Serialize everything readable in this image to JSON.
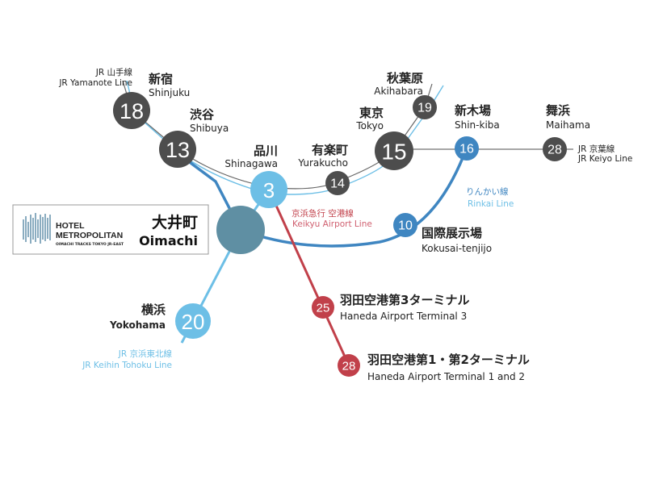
{
  "colors": {
    "dark": "#4d4d4d",
    "light_blue": "#6dbfe6",
    "blue": "#3f86c1",
    "red": "#c1404a",
    "hub": "#5f8fa3"
  },
  "lines": {
    "yamanote": {
      "jp": "JR 山手線",
      "en": "JR Yamanote Line"
    },
    "keiyo": {
      "jp": "JR 京葉線",
      "en": "JR Keiyo Line"
    },
    "rinkai": {
      "jp": "りんかい線",
      "en": "Rinkai Line"
    },
    "keikyu": {
      "jp": "京浜急行 空港線",
      "en": "Keikyu Airport Line"
    },
    "keihin": {
      "jp": "JR 京浜東北線",
      "en": "JR Keihin Tohoku Line"
    }
  },
  "stations": {
    "shinjuku": {
      "jp": "新宿",
      "en": "Shinjuku",
      "min": "18"
    },
    "shibuya": {
      "jp": "渋谷",
      "en": "Shibuya",
      "min": "13"
    },
    "shinagawa": {
      "jp": "品川",
      "en": "Shinagawa",
      "min": "3"
    },
    "yurakucho": {
      "jp": "有楽町",
      "en": "Yurakucho",
      "min": "14"
    },
    "tokyo": {
      "jp": "東京",
      "en": "Tokyo",
      "min": "15"
    },
    "akihabara": {
      "jp": "秋葉原",
      "en": "Akihabara",
      "min": "19"
    },
    "shinkiba": {
      "jp": "新木場",
      "en": "Shin-kiba",
      "min": "16"
    },
    "maihama": {
      "jp": "舞浜",
      "en": "Maihama",
      "min": "28"
    },
    "kokusai": {
      "jp": "国際展示場",
      "en": "Kokusai-tenjijo",
      "min": "10"
    },
    "yokohama": {
      "jp": "横浜",
      "en": "Yokohama",
      "min": "20"
    },
    "haneda3": {
      "jp": "羽田空港第3ターミナル",
      "en": "Haneda Airport Terminal 3",
      "min": "25"
    },
    "haneda12": {
      "jp": "羽田空港第1・第2ターミナル",
      "en": "Haneda Airport Terminal 1 and 2",
      "min": "28"
    }
  },
  "hub": {
    "jp": "大井町",
    "en": "Oimachi"
  },
  "logo": {
    "line1": "HOTEL",
    "line2": "METROPOLITAN",
    "sub": "OIMACHI TRACKS TOKYO  JR-EAST"
  }
}
